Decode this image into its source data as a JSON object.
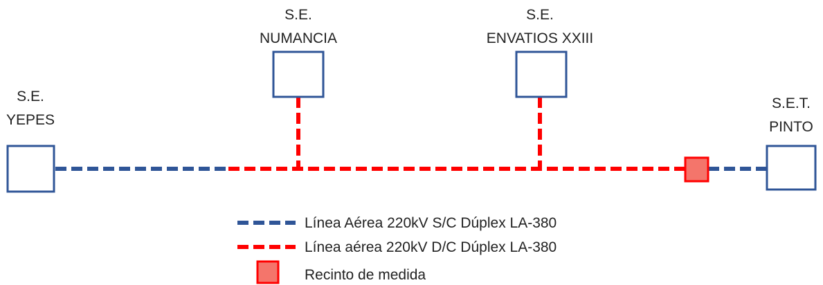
{
  "colors": {
    "substation_border": "#2F5597",
    "single_circuit_line": "#2F5597",
    "double_circuit_line": "#FF0000",
    "measurement_fill": "#F4756B",
    "measurement_border": "#FF0000"
  },
  "substations": {
    "yepes": {
      "line1": "S.E.",
      "line2": "YEPES"
    },
    "numancia": {
      "line1": "S.E.",
      "line2": "NUMANCIA"
    },
    "envatios": {
      "line1": "S.E.",
      "line2": "ENVATIOS XXIII"
    },
    "pinto": {
      "line1": "S.E.T.",
      "line2": "PINTO"
    }
  },
  "legend": {
    "single_circuit": "Línea Aérea 220kV S/C Dúplex LA-380",
    "double_circuit": "Línea aérea 220kV D/C Dúplex LA-380",
    "measurement": "Recinto de medida"
  }
}
